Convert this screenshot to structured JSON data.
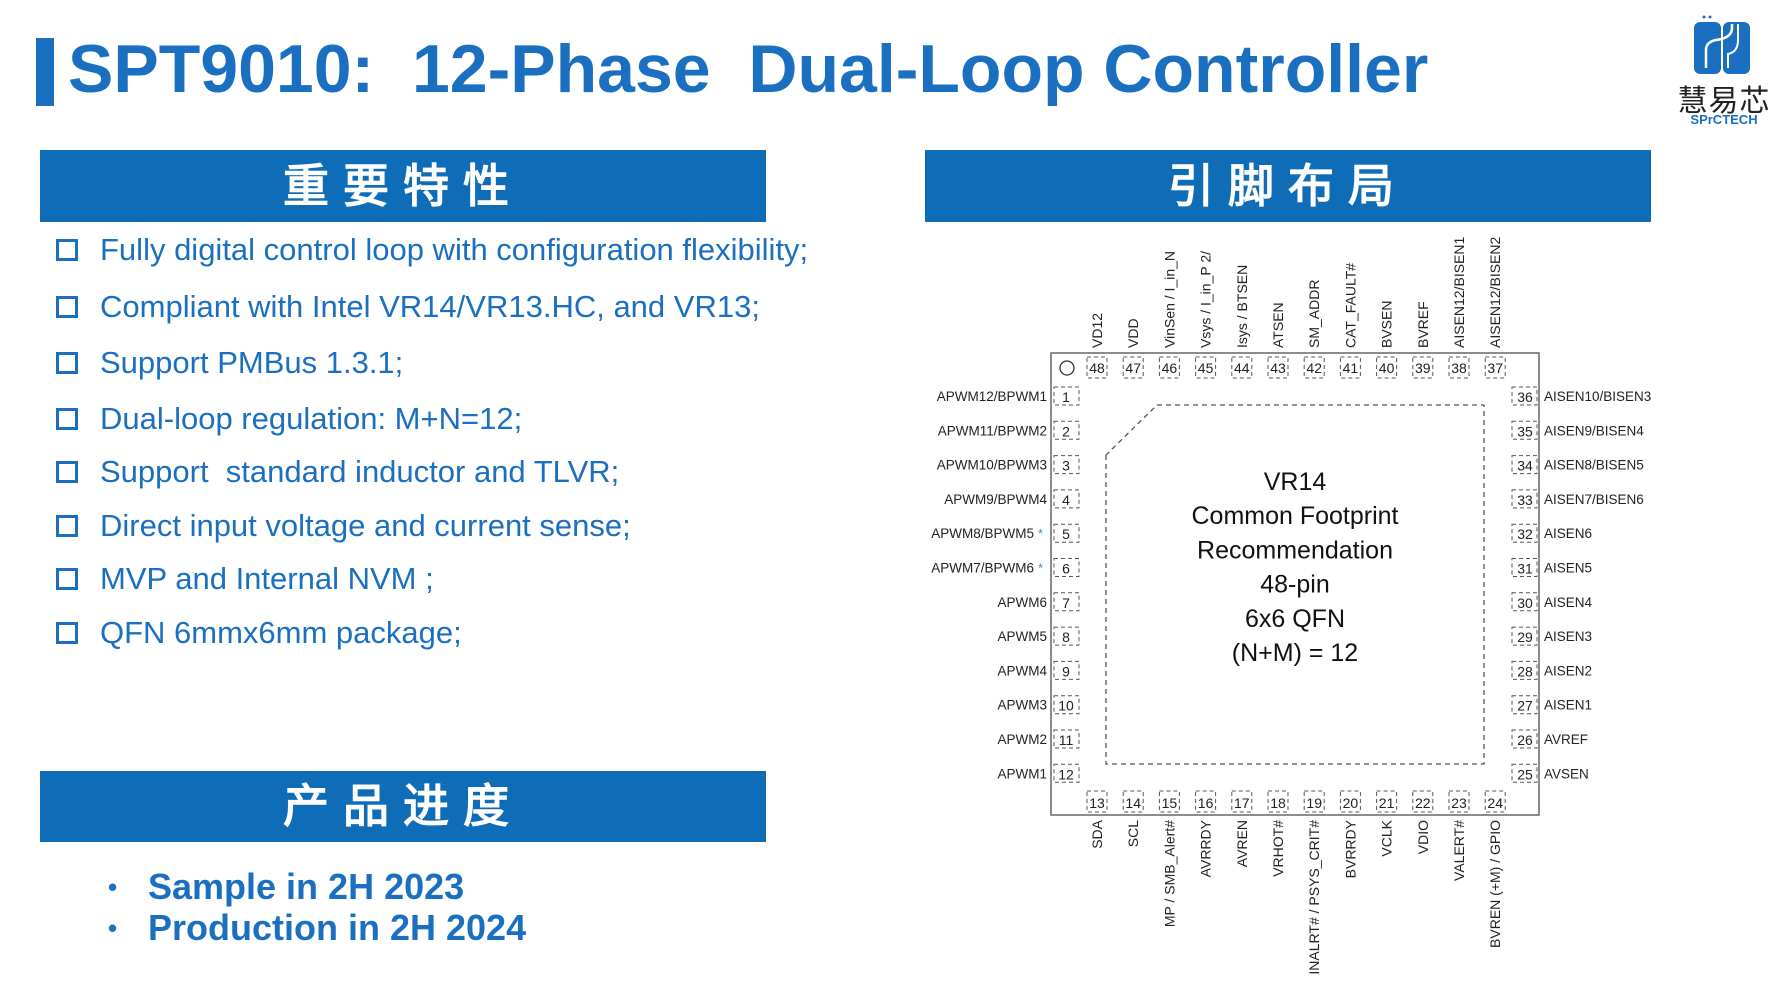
{
  "title": "SPT9010:  12-Phase  Dual-Loop Controller",
  "logo": {
    "cn": "慧易芯",
    "en": "SPrCTECH"
  },
  "features": {
    "header": "重要特性",
    "items": [
      "Fully digital control loop with configuration flexibility;",
      "Compliant with Intel VR14/VR13.HC, and VR13;",
      "Support PMBus 1.3.1;",
      "Dual-loop regulation: M+N=12;",
      "Support  standard inductor and TLVR;",
      "Direct input voltage and current sense;",
      "MVP and Internal NVM ;",
      "QFN 6mmx6mm package;"
    ]
  },
  "progress": {
    "header": "产品进度",
    "items": [
      "Sample in 2H 2023",
      "Production in 2H 2024"
    ]
  },
  "pinout": {
    "header": "引脚布局",
    "center_lines": [
      "VR14",
      "Common Footprint",
      "Recommendation",
      "48-pin",
      "6x6 QFN",
      "(N+M) = 12"
    ],
    "left": [
      {
        "num": "1",
        "name": "APWM12/BPWM1"
      },
      {
        "num": "2",
        "name": "APWM11/BPWM2"
      },
      {
        "num": "3",
        "name": "APWM10/BPWM3"
      },
      {
        "num": "4",
        "name": "APWM9/BPWM4"
      },
      {
        "num": "5",
        "name": "APWM8/BPWM5",
        "mark": "*"
      },
      {
        "num": "6",
        "name": "APWM7/BPWM6",
        "mark": "*"
      },
      {
        "num": "7",
        "name": "APWM6"
      },
      {
        "num": "8",
        "name": "APWM5"
      },
      {
        "num": "9",
        "name": "APWM4"
      },
      {
        "num": "10",
        "name": "APWM3"
      },
      {
        "num": "11",
        "name": "APWM2"
      },
      {
        "num": "12",
        "name": "APWM1"
      }
    ],
    "bottom": [
      {
        "num": "13",
        "name": "SDA"
      },
      {
        "num": "14",
        "name": "SCL"
      },
      {
        "num": "15",
        "name": "MP / SMB_Alert#"
      },
      {
        "num": "16",
        "name": "AVRRDY"
      },
      {
        "num": "17",
        "name": "AVREN"
      },
      {
        "num": "18",
        "name": "VRHOT#"
      },
      {
        "num": "19",
        "name": "INALRT# / PSYS_CRIT#"
      },
      {
        "num": "20",
        "name": "BVRRDY"
      },
      {
        "num": "21",
        "name": "VCLK"
      },
      {
        "num": "22",
        "name": "VDIO"
      },
      {
        "num": "23",
        "name": "VALERT#"
      },
      {
        "num": "24",
        "name": "BVREN (+M) / GPIO"
      }
    ],
    "right": [
      {
        "num": "36",
        "name": "AISEN10/BISEN3"
      },
      {
        "num": "35",
        "name": "AISEN9/BISEN4"
      },
      {
        "num": "34",
        "name": "AISEN8/BISEN5"
      },
      {
        "num": "33",
        "name": "AISEN7/BISEN6"
      },
      {
        "num": "32",
        "name": "AISEN6"
      },
      {
        "num": "31",
        "name": "AISEN5"
      },
      {
        "num": "30",
        "name": "AISEN4"
      },
      {
        "num": "29",
        "name": "AISEN3"
      },
      {
        "num": "28",
        "name": "AISEN2"
      },
      {
        "num": "27",
        "name": "AISEN1"
      },
      {
        "num": "26",
        "name": "AVREF"
      },
      {
        "num": "25",
        "name": "AVSEN"
      }
    ],
    "top": [
      {
        "num": "48",
        "name": "VD12"
      },
      {
        "num": "47",
        "name": "VDD"
      },
      {
        "num": "46",
        "name": "VinSen / I_in_N"
      },
      {
        "num": "45",
        "name": "Vsys /  I_in_P 2/"
      },
      {
        "num": "44",
        "name": "Isys / BTSEN"
      },
      {
        "num": "43",
        "name": "ATSEN"
      },
      {
        "num": "42",
        "name": "SM_ADDR"
      },
      {
        "num": "41",
        "name": "CAT_FAULT#"
      },
      {
        "num": "40",
        "name": "BVSEN"
      },
      {
        "num": "39",
        "name": "BVREF"
      },
      {
        "num": "38",
        "name": "AISEN12/BISEN1"
      },
      {
        "num": "37",
        "name": "AISEN12/BISEN2"
      }
    ]
  },
  "colors": {
    "brand": "#1a6fc0",
    "header_bg": "#0f6db8"
  }
}
